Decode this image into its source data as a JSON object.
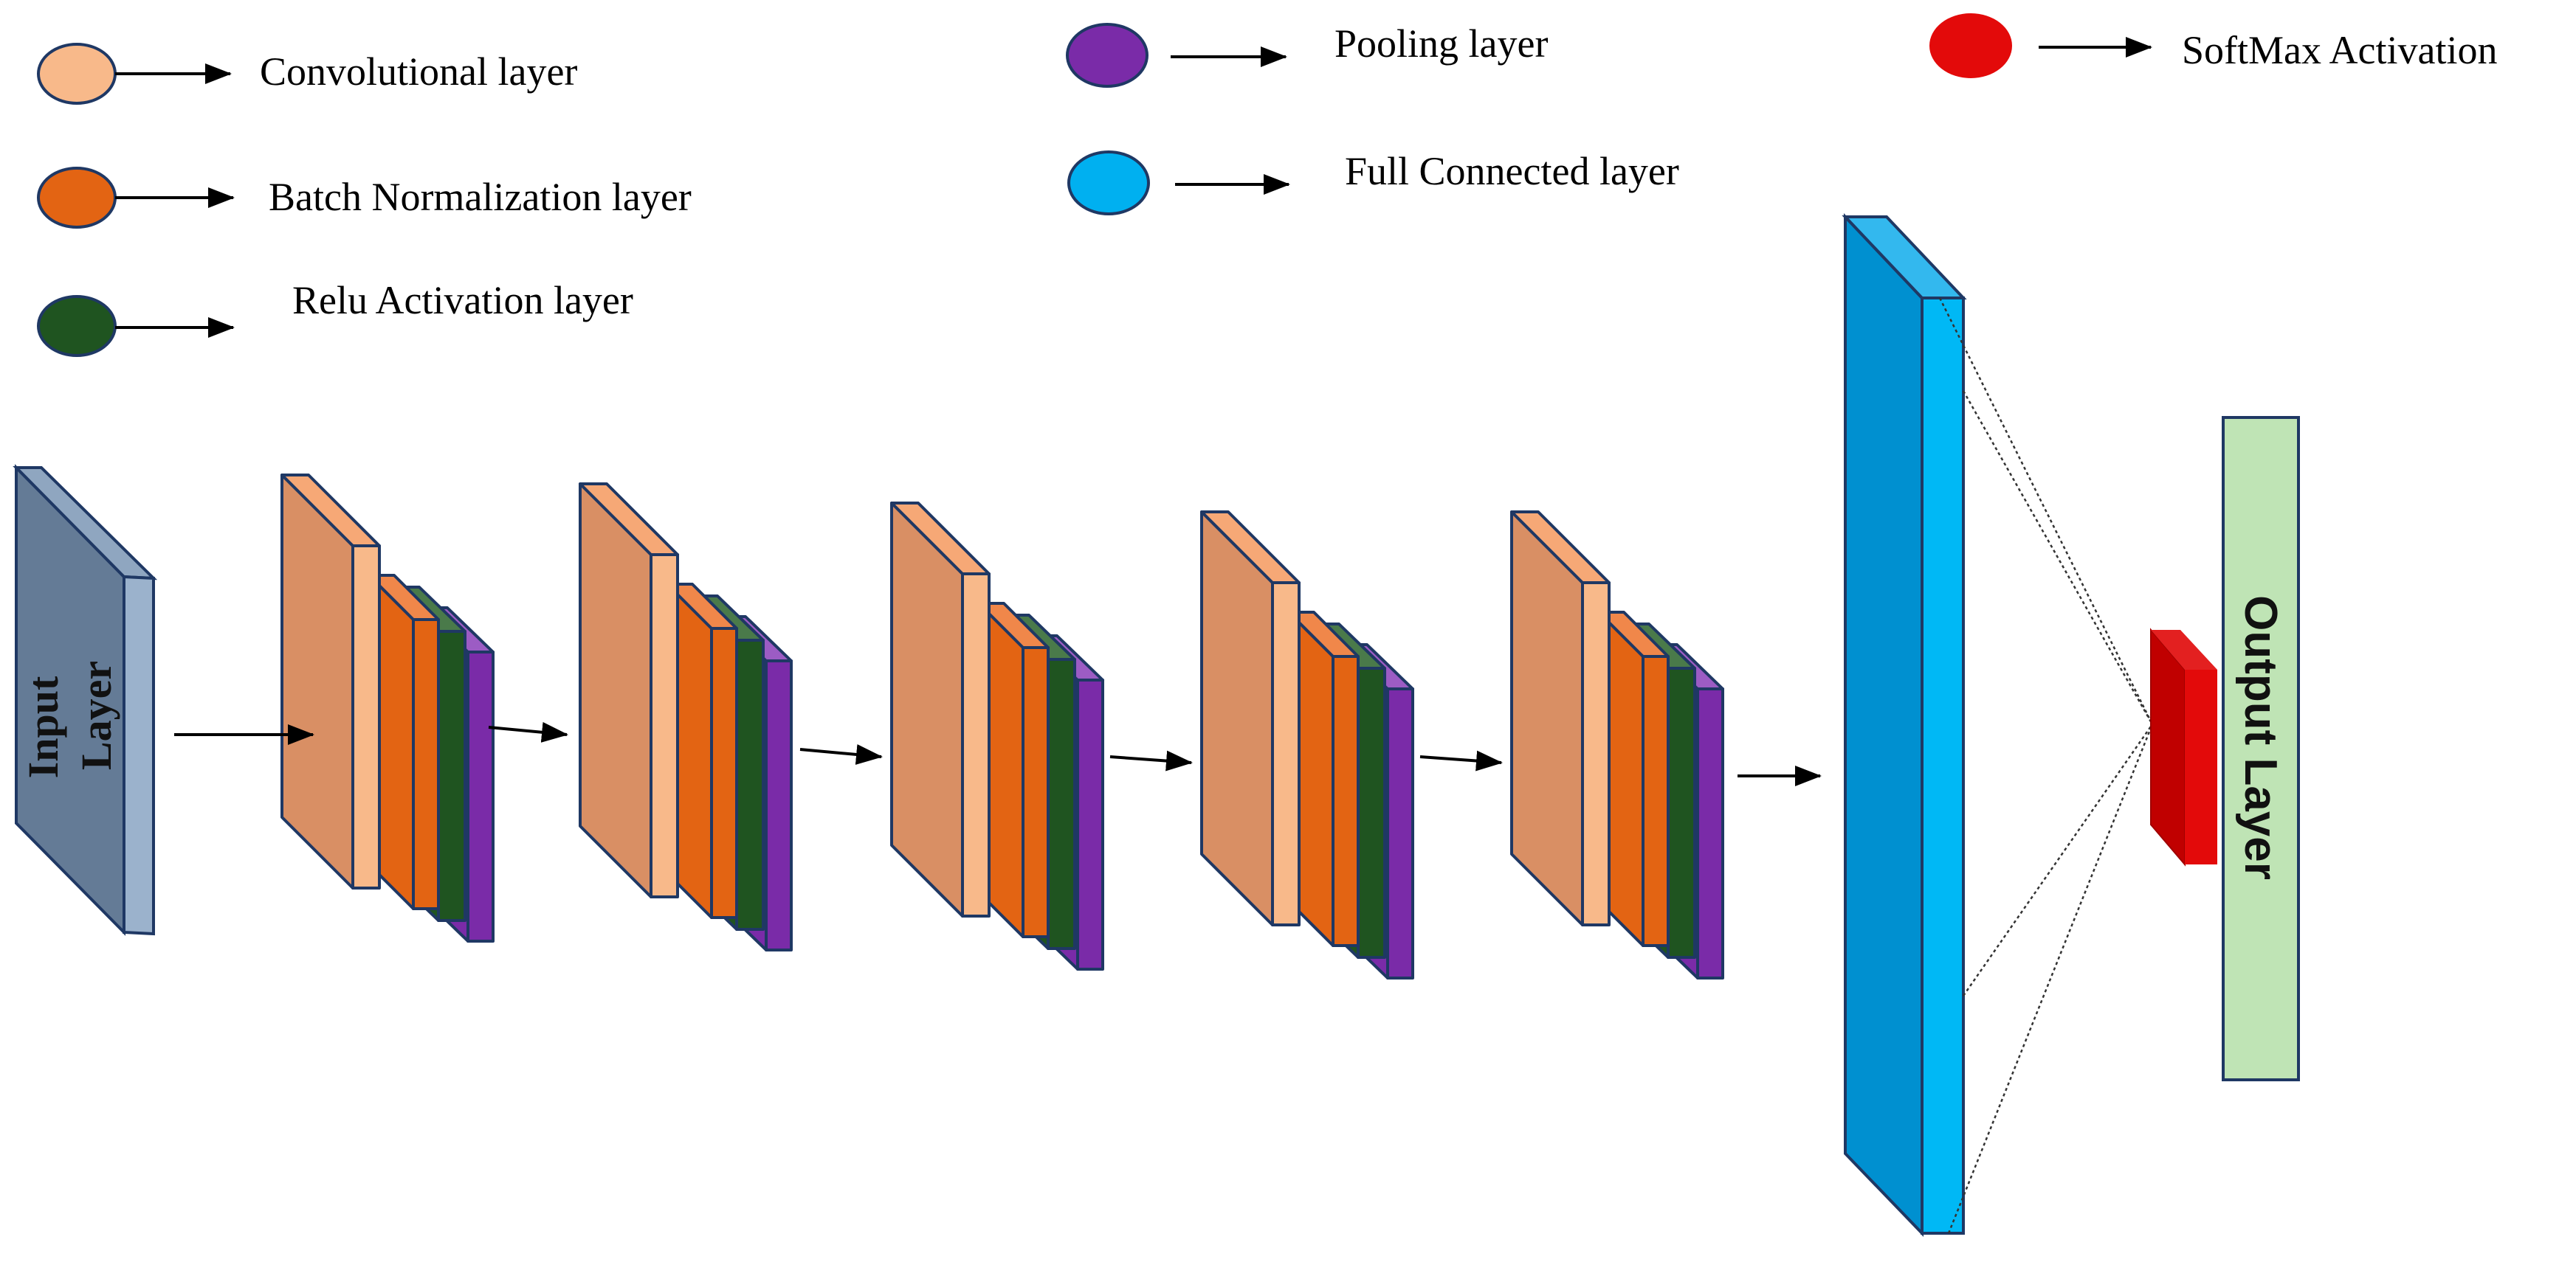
{
  "legend": [
    {
      "key": "convolutional",
      "label": "Convolutional layer",
      "color": "#F8B98A"
    },
    {
      "key": "batch_norm",
      "label": "Batch Normalization layer",
      "color": "#E36413"
    },
    {
      "key": "relu",
      "label": "Relu Activation layer",
      "color": "#1F5420"
    },
    {
      "key": "pooling",
      "label": "Pooling layer",
      "color": "#7A2BA8"
    },
    {
      "key": "fully_connected",
      "label": "Full Connected layer",
      "color": "#00B0F0"
    },
    {
      "key": "softmax",
      "label": "SoftMax Activation",
      "color": "#E30A0A"
    }
  ],
  "input_layer": {
    "line1": "Input",
    "line2": "Layer",
    "color": "#647B96"
  },
  "output_layer": {
    "label": "Output Layer",
    "color": "#BFE4B5"
  },
  "conv_block_count": 5,
  "colors": {
    "conv_face": "#D98F64",
    "conv_strip": "#F8B98A",
    "batch_norm": "#E36413",
    "relu": "#1F5420",
    "pooling": "#7A2BA8",
    "fc_front": "#0090D0",
    "fc_side": "#00B8F5",
    "softmax": "#C00000",
    "outline": "#1F3864"
  }
}
